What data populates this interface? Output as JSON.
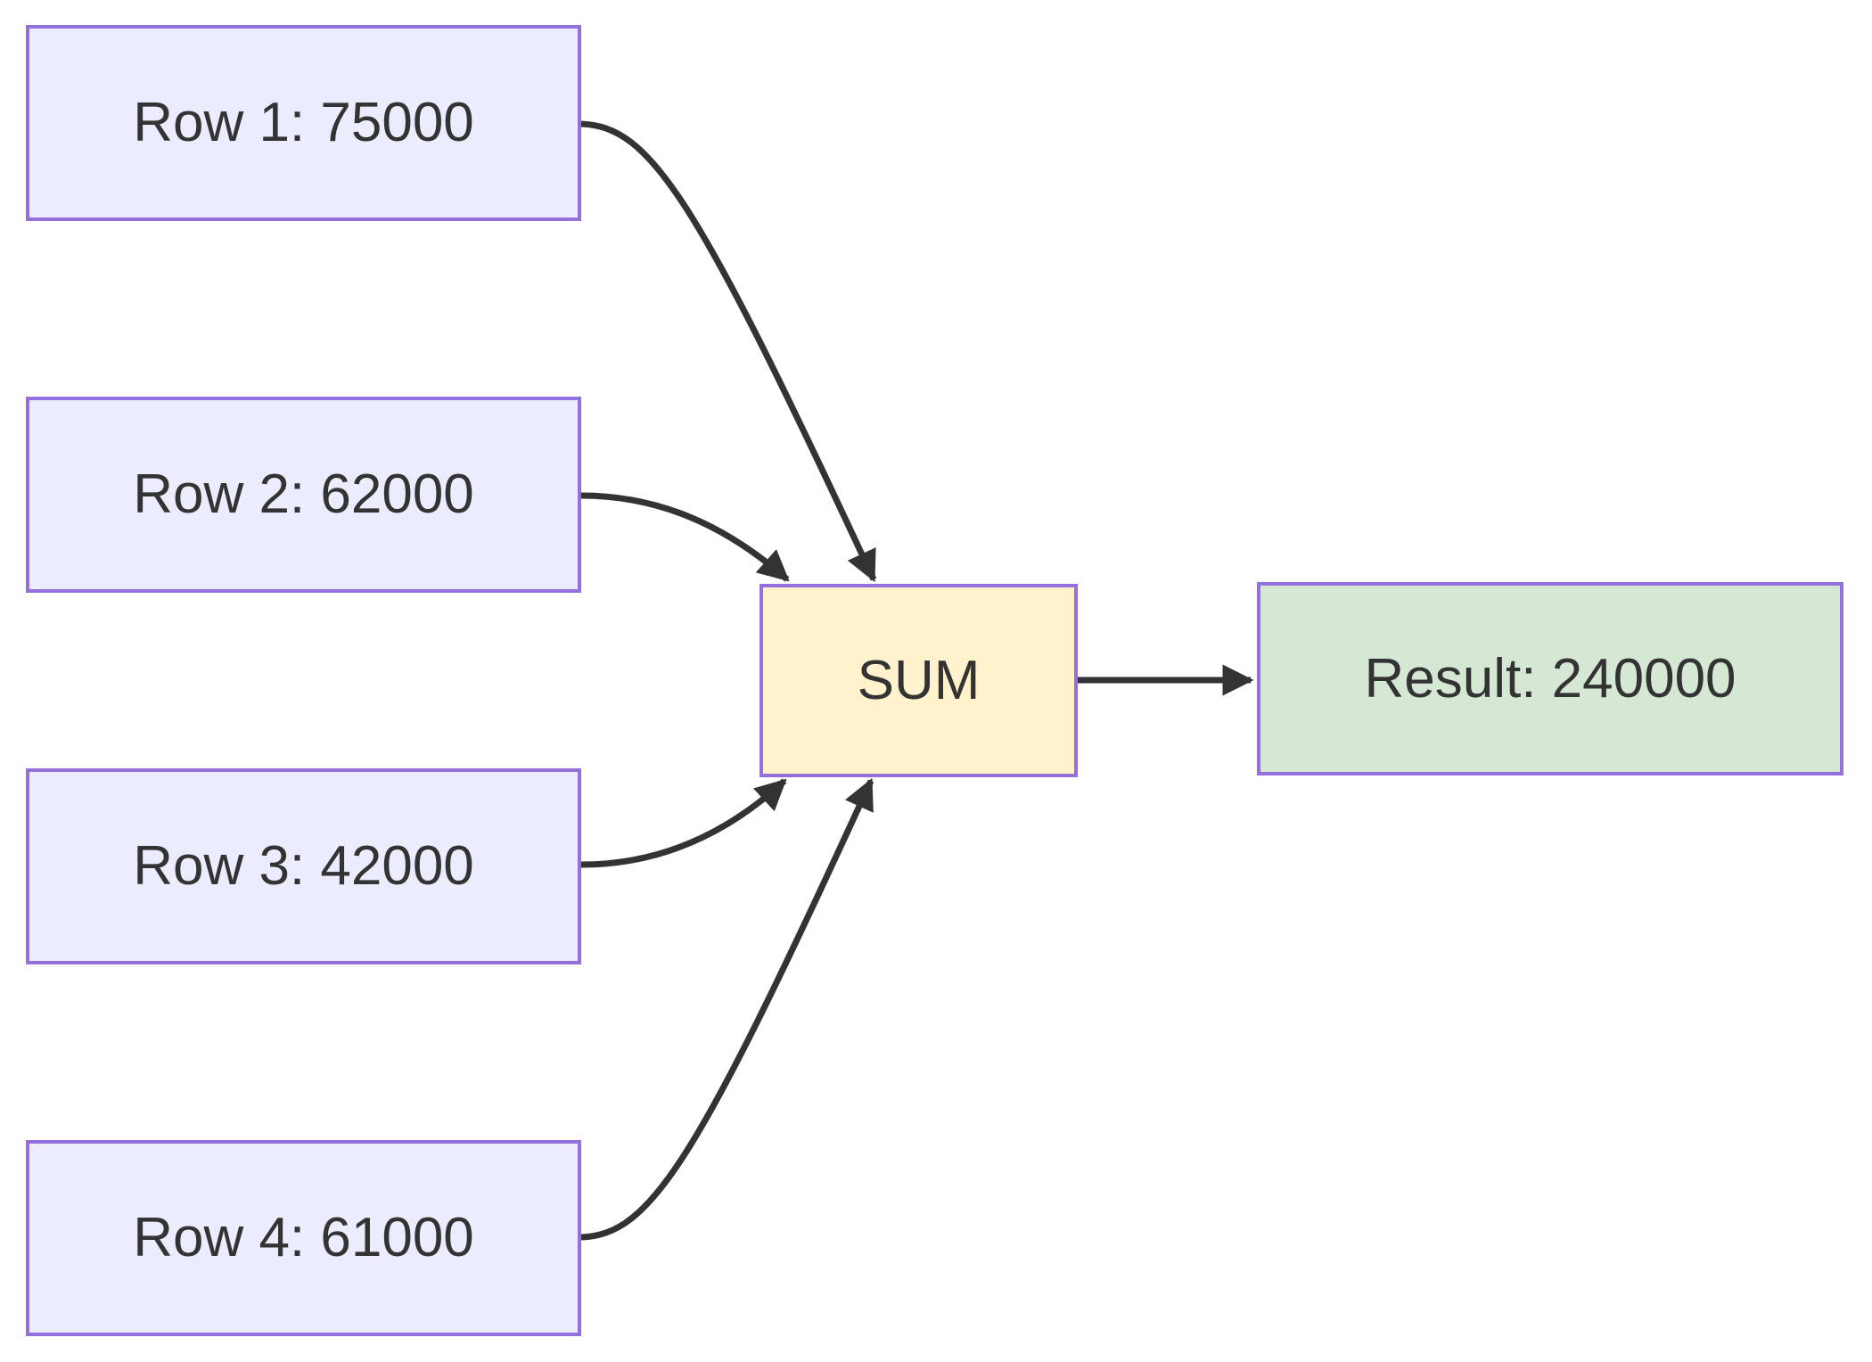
{
  "diagram": {
    "type": "flowchart",
    "direction": "left-to-right",
    "nodes": {
      "inputs": [
        {
          "id": "row1",
          "label": "Row 1: 75000",
          "value": 75000
        },
        {
          "id": "row2",
          "label": "Row 2: 62000",
          "value": 62000
        },
        {
          "id": "row3",
          "label": "Row 3: 42000",
          "value": 42000
        },
        {
          "id": "row4",
          "label": "Row 4: 61000",
          "value": 61000
        }
      ],
      "operator": {
        "id": "sum",
        "label": "SUM"
      },
      "result": {
        "id": "result",
        "label": "Result: 240000",
        "value": 240000
      }
    },
    "edges": [
      {
        "from": "row1",
        "to": "sum"
      },
      {
        "from": "row2",
        "to": "sum"
      },
      {
        "from": "row3",
        "to": "sum"
      },
      {
        "from": "row4",
        "to": "sum"
      },
      {
        "from": "sum",
        "to": "result"
      }
    ],
    "colors": {
      "input_fill": "#ECECFF",
      "operator_fill": "#FFF2CC",
      "result_fill": "#D5E8D4",
      "node_border": "#9370DB",
      "edge_stroke": "#333333",
      "text": "#333333",
      "background": "#FFFFFF"
    }
  }
}
